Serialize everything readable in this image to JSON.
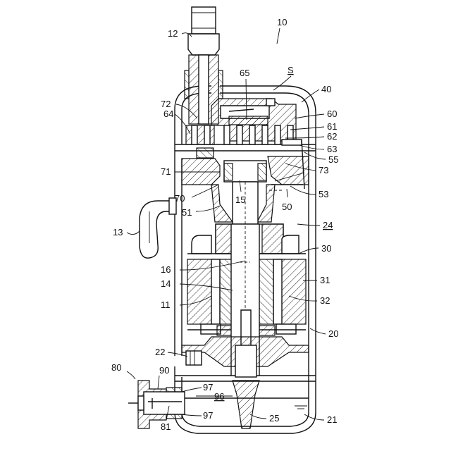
{
  "labels": {
    "l10": "10",
    "l12": "12",
    "lS": "S",
    "l65": "65",
    "l40": "40",
    "l72": "72",
    "l64": "64",
    "l60": "60",
    "l61": "61",
    "l62": "62",
    "l63": "63",
    "l55": "55",
    "l71": "71",
    "l73": "73",
    "l70": "70",
    "l15": "15",
    "l53": "53",
    "l51": "51",
    "l50": "50",
    "l13": "13",
    "l24": "24",
    "l30": "30",
    "l16": "16",
    "l31": "31",
    "l14": "14",
    "l11": "11",
    "l32": "32",
    "l20": "20",
    "l22": "22",
    "l80": "80",
    "l90": "90",
    "l97a": "97",
    "l96": "96",
    "l97b": "97",
    "l81": "81",
    "l25": "25",
    "l21": "21"
  }
}
